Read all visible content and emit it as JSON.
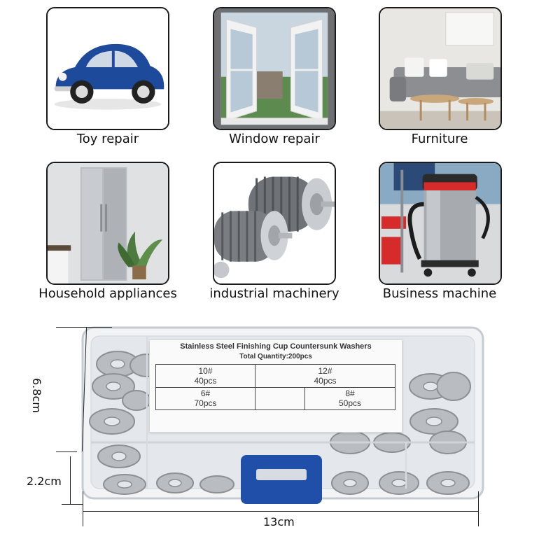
{
  "applications": [
    {
      "label": "Toy repair",
      "icon": "toy-car-icon"
    },
    {
      "label": "Window repair",
      "icon": "window-icon"
    },
    {
      "label": "Furniture",
      "icon": "sofa-icon"
    },
    {
      "label": "Household appliances",
      "icon": "refrigerator-icon"
    },
    {
      "label": "industrial machinery",
      "icon": "electric-motor-icon"
    },
    {
      "label": "Business machine",
      "icon": "vacuum-cleaner-icon"
    }
  ],
  "product_label": {
    "title": "Stainless Steel Finishing Cup Countersunk Washers",
    "total": "Total Quantity:200pcs",
    "cells": [
      {
        "size": "10#",
        "qty": "40pcs"
      },
      {
        "size": "12#",
        "qty": "40pcs"
      },
      {
        "size": "6#",
        "qty": "70pcs"
      },
      {
        "size": "8#",
        "qty": "50pcs"
      }
    ]
  },
  "dimensions": {
    "height": "6.8cm",
    "depth": "2.2cm",
    "width": "13cm"
  },
  "colors": {
    "car": "#1d4a9b",
    "clasp": "#1f4fa8",
    "vacuum_red": "#d62b2b",
    "steel": "#b9bcc0"
  }
}
